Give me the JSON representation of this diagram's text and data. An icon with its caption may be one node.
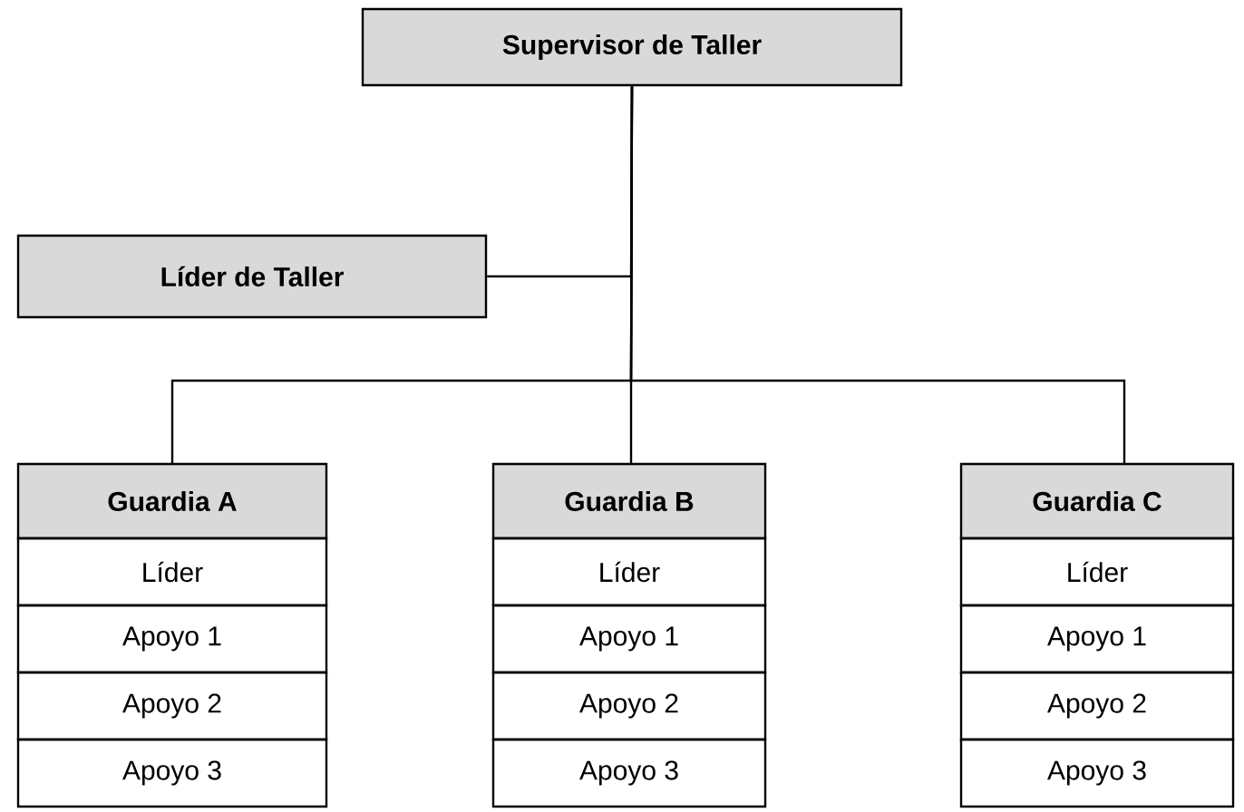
{
  "diagram": {
    "nodes": [
      {
        "text": [
          "Supervisor de Taller"
        ]
      },
      {
        "text": [
          "Líder de Taller"
        ]
      },
      {
        "text": [
          "Guardia A",
          "Líder",
          "Apoyo 1",
          "Apoyo 2",
          "Apoyo 3"
        ]
      },
      {
        "text": [
          "Guardia B",
          "Líder",
          "Apoyo 1",
          "Apoyo 2",
          "Apoyo 3"
        ]
      },
      {
        "text": [
          "Guardia C",
          "Líder",
          "Apoyo 1",
          "Apoyo 2",
          "Apoyo 3"
        ]
      }
    ],
    "edges": [
      {
        "from": 0,
        "to": 1,
        "arrow": "none"
      },
      {
        "from": 0,
        "to": 2,
        "arrow": "none"
      },
      {
        "from": 0,
        "to": 3,
        "arrow": "none"
      },
      {
        "from": 0,
        "to": 4,
        "arrow": "none"
      }
    ]
  }
}
